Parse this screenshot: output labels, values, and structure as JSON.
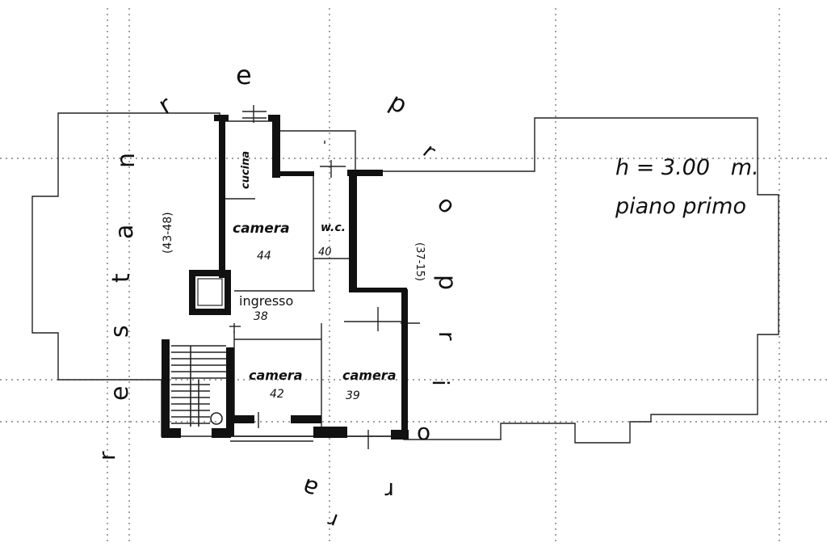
{
  "rooms": {
    "cucina": "cucina",
    "camera_44_label": "camera",
    "camera_44_num": "44",
    "wc_label": "w.c.",
    "wc_num": "40",
    "ingresso_label": "ingresso",
    "ingresso_num": "38",
    "camera_42_label": "camera",
    "camera_42_num": "42",
    "camera_39_label": "camera",
    "camera_39_num": "39"
  },
  "side_refs": {
    "left": "(43-48)",
    "right": "(37-15)"
  },
  "info": {
    "height": "h = 3.00   m.",
    "floor": "piano primo"
  },
  "facade_letters": {
    "top": [
      "r",
      "e",
      "p",
      "r",
      "o",
      "p",
      "r",
      "i",
      "o"
    ],
    "left": [
      "n",
      "a",
      "t",
      "s",
      "e"
    ],
    "bottom": [
      "r",
      "a",
      "r",
      "r"
    ]
  }
}
